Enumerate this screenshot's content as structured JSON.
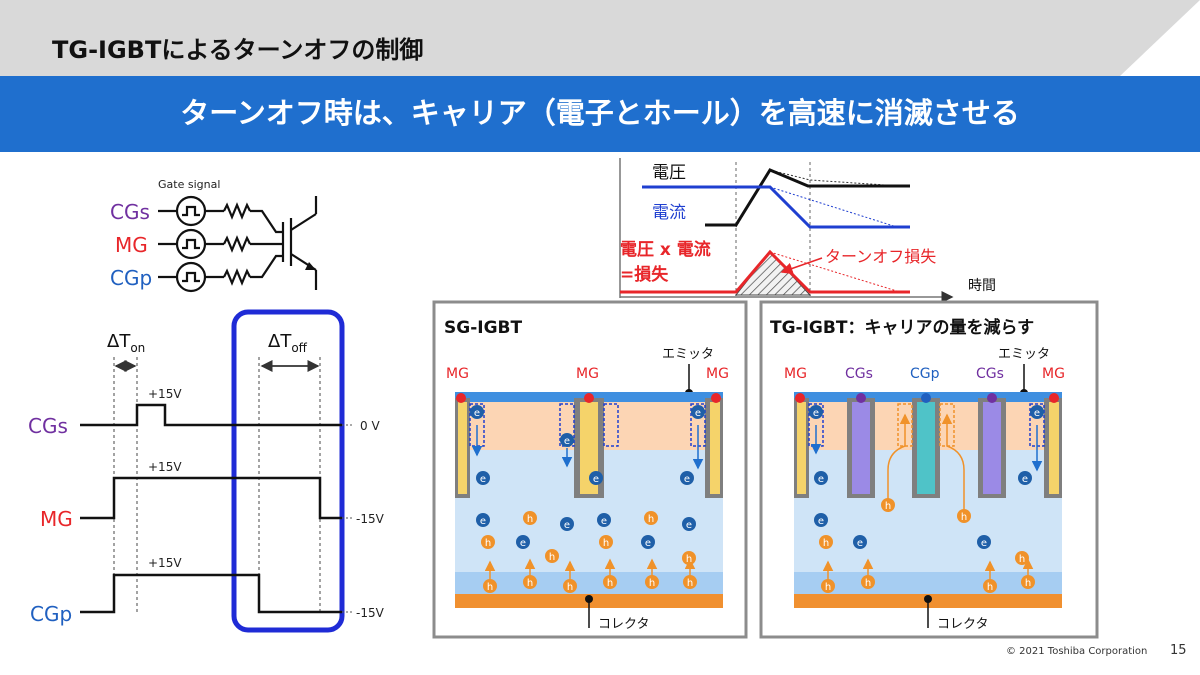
{
  "slide": {
    "title": "TG-IGBTによるターンオフの制御",
    "subtitle": "ターンオフ時は、キャリア（電子とホール）を高速に消滅させる",
    "copyright": "© 2021 Toshiba Corporation",
    "page": "15"
  },
  "colors": {
    "accent_blue": "#1f6fce",
    "cgs_purple": "#7030a0",
    "mg_red": "#e8262a",
    "cgp_blue": "#2060c0",
    "hole_orange": "#f0922a",
    "electron_blue": "#1f5fa8"
  },
  "circuit": {
    "gate_signal": "Gate signal",
    "cgs": "CGs",
    "mg": "MG",
    "cgp": "CGp"
  },
  "timing": {
    "t_on": "ΔT",
    "t_on_sub": "on",
    "t_off": "ΔT",
    "t_off_sub": "off",
    "cgs": "CGs",
    "mg": "MG",
    "cgp": "CGp",
    "plus15_a": "+15V",
    "plus15_b": "+15V",
    "plus15_c": "+15V",
    "zero_v": "0 V",
    "minus15_a": "-15V",
    "minus15_b": "-15V"
  },
  "waveform": {
    "voltage": "電圧",
    "current": "電流",
    "loss_line1": "電圧 x 電流",
    "loss_line2": "=損失",
    "turnoff_loss": "ターンオフ損失",
    "time": "時間"
  },
  "sg_panel": {
    "title": "SG-IGBT",
    "emitter": "エミッタ",
    "collector": "コレクタ",
    "mg1": "MG",
    "mg2": "MG",
    "mg3": "MG",
    "electron": "e",
    "hole": "h"
  },
  "tg_panel": {
    "title": "TG-IGBT：キャリアの量を減らす",
    "emitter": "エミッタ",
    "collector": "コレクタ",
    "mg1": "MG",
    "cgs1": "CGs",
    "cgp": "CGp",
    "cgs2": "CGs",
    "mg2": "MG",
    "electron": "e",
    "hole": "h"
  }
}
